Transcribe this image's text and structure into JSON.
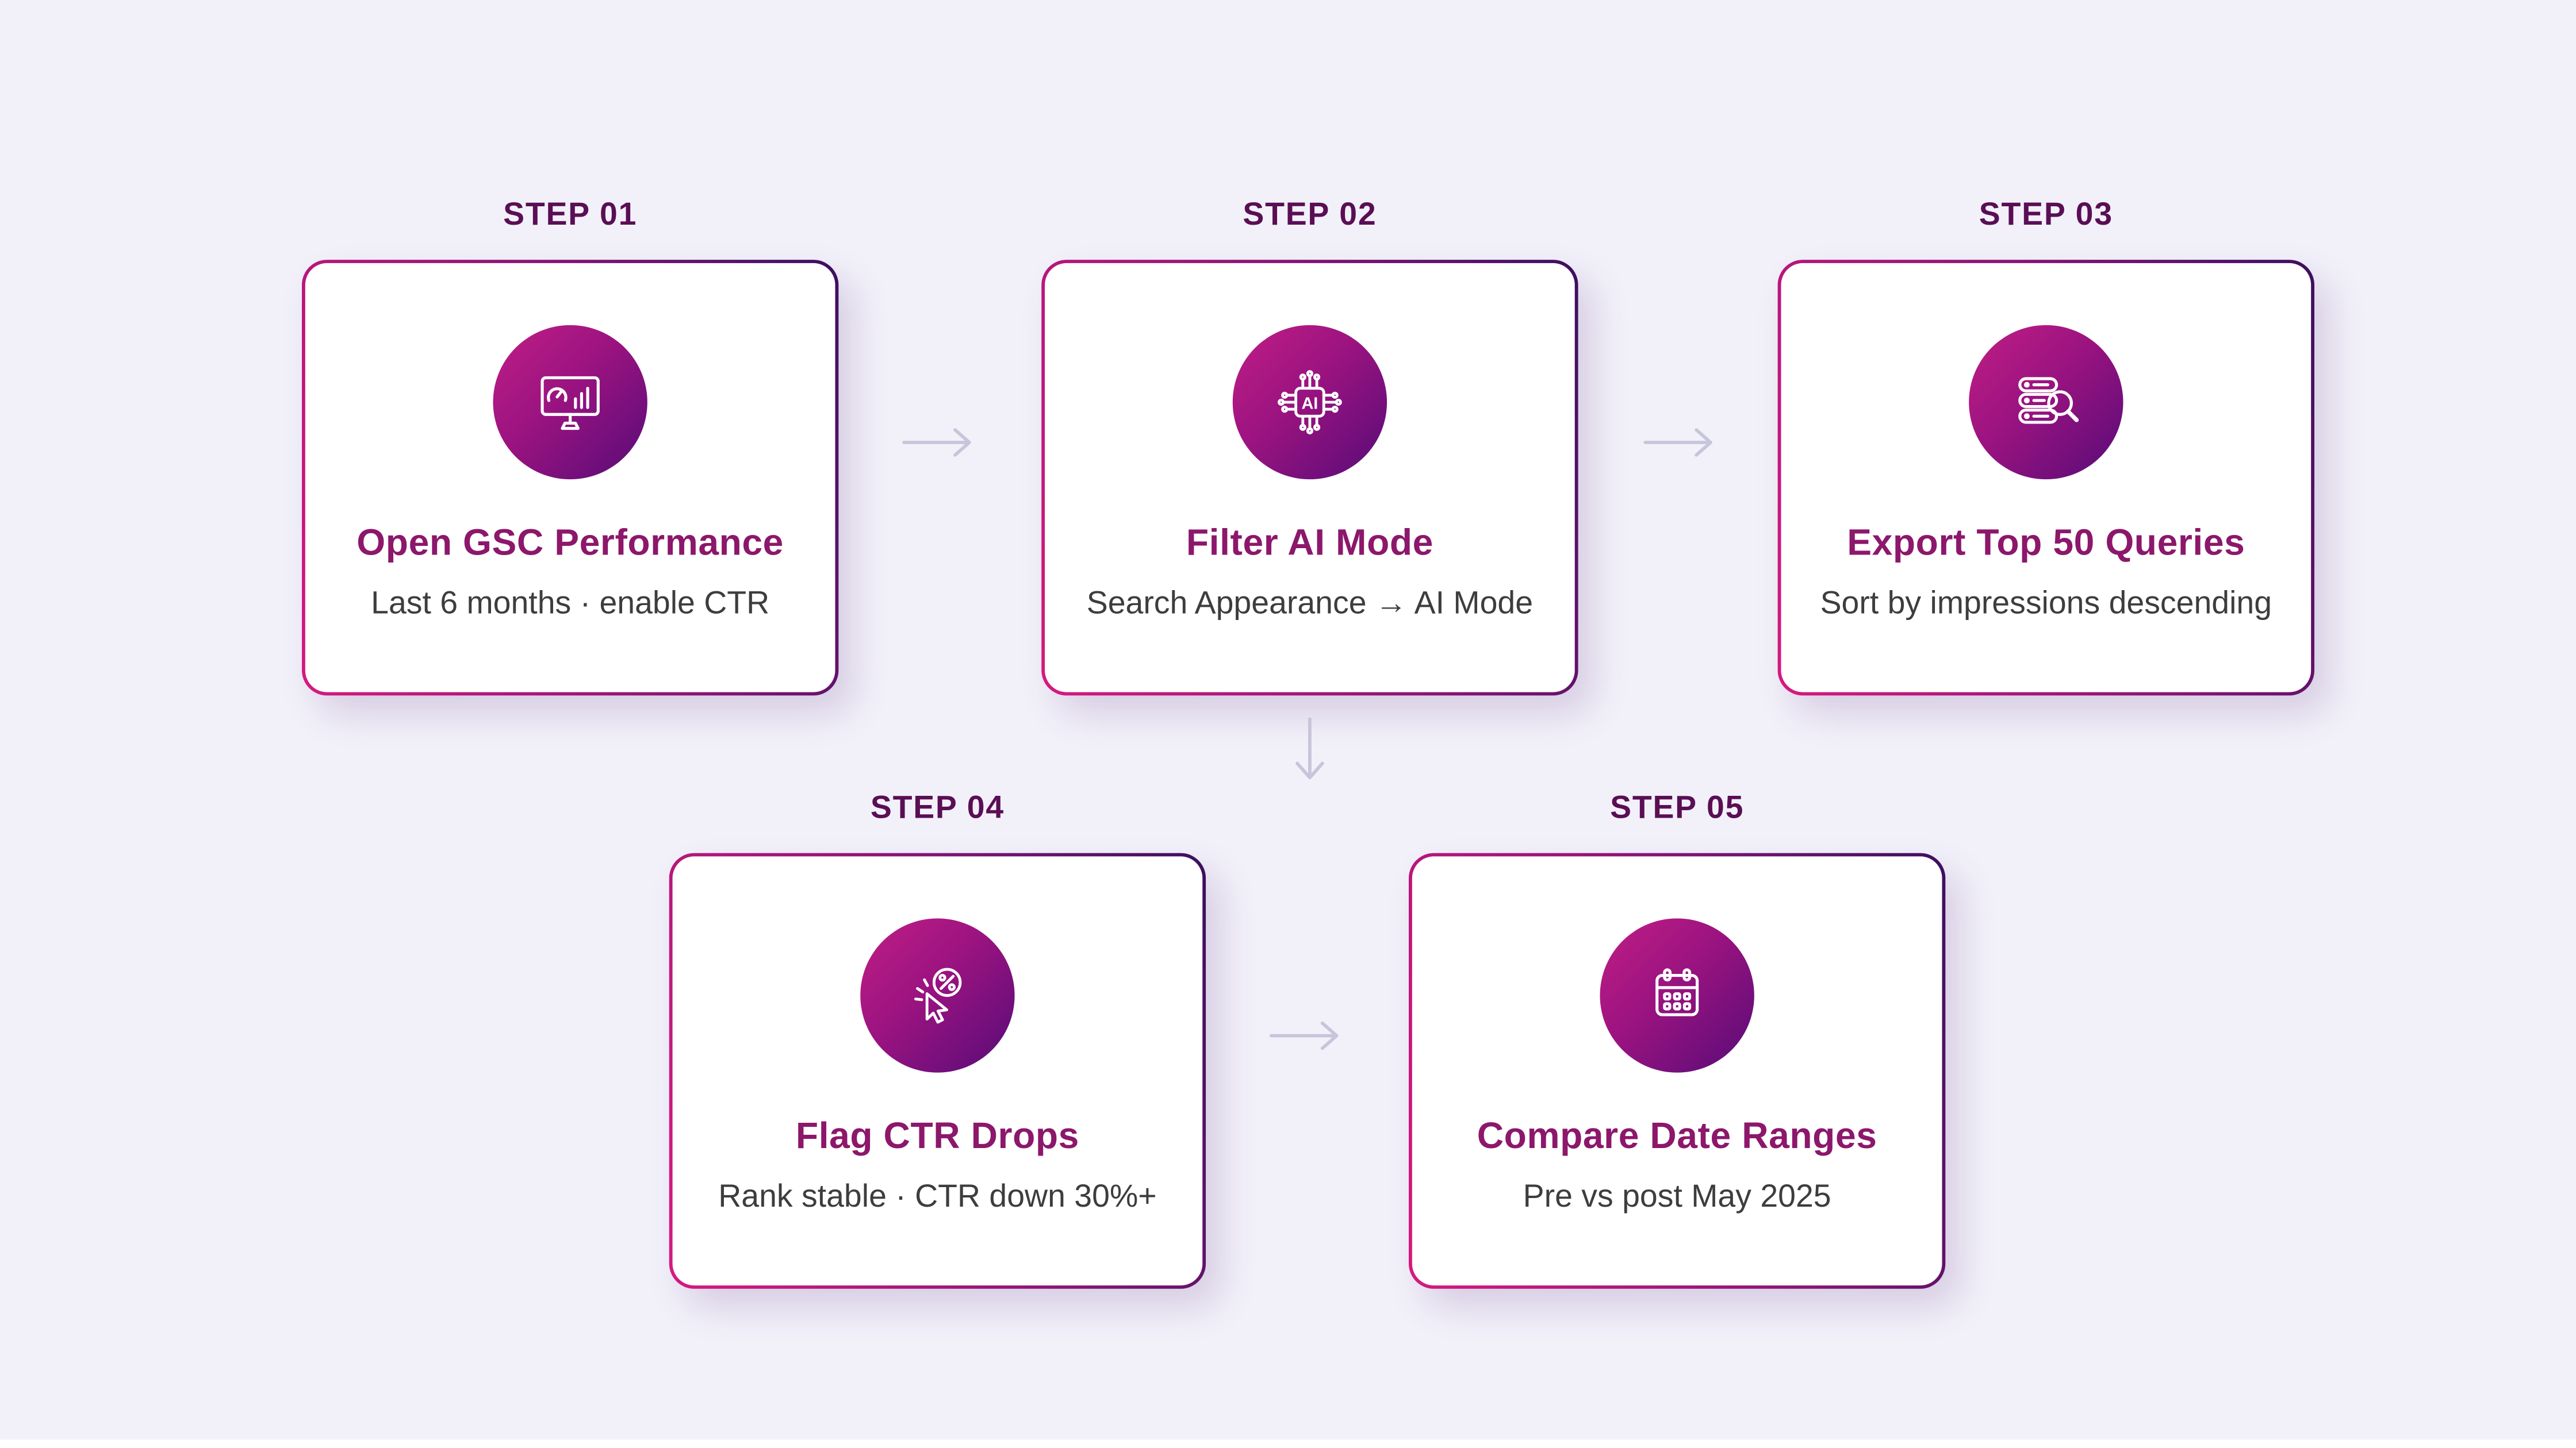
{
  "steps": [
    {
      "label": "STEP 01",
      "title": "Open GSC Performance",
      "subtitle": "Last 6 months · enable CTR",
      "icon": "monitor-dashboard-icon"
    },
    {
      "label": "STEP 02",
      "title": "Filter AI Mode",
      "subtitle": "Search Appearance → AI Mode",
      "icon": "ai-chip-icon"
    },
    {
      "label": "STEP 03",
      "title": "Export Top 50 Queries",
      "subtitle": "Sort by impressions descending",
      "icon": "database-search-icon"
    },
    {
      "label": "STEP 04",
      "title": "Flag CTR Drops",
      "subtitle": "Rank stable · CTR down 30%+",
      "icon": "cursor-click-percent-icon"
    },
    {
      "label": "STEP 05",
      "title": "Compare Date Ranges",
      "subtitle": "Pre vs post May 2025",
      "icon": "calendar-icon"
    }
  ],
  "colors": {
    "background": "#f2f1fa",
    "step_label": "#5a0e54",
    "card_title": "#8c176b",
    "card_subtitle": "#3d3d3d",
    "card_border_gradient_start": "#d6197f",
    "card_border_gradient_end": "#3c0f60",
    "icon_gradient_start": "#c11e85",
    "icon_gradient_end": "#560c78",
    "arrow": "#c7c5d9"
  }
}
